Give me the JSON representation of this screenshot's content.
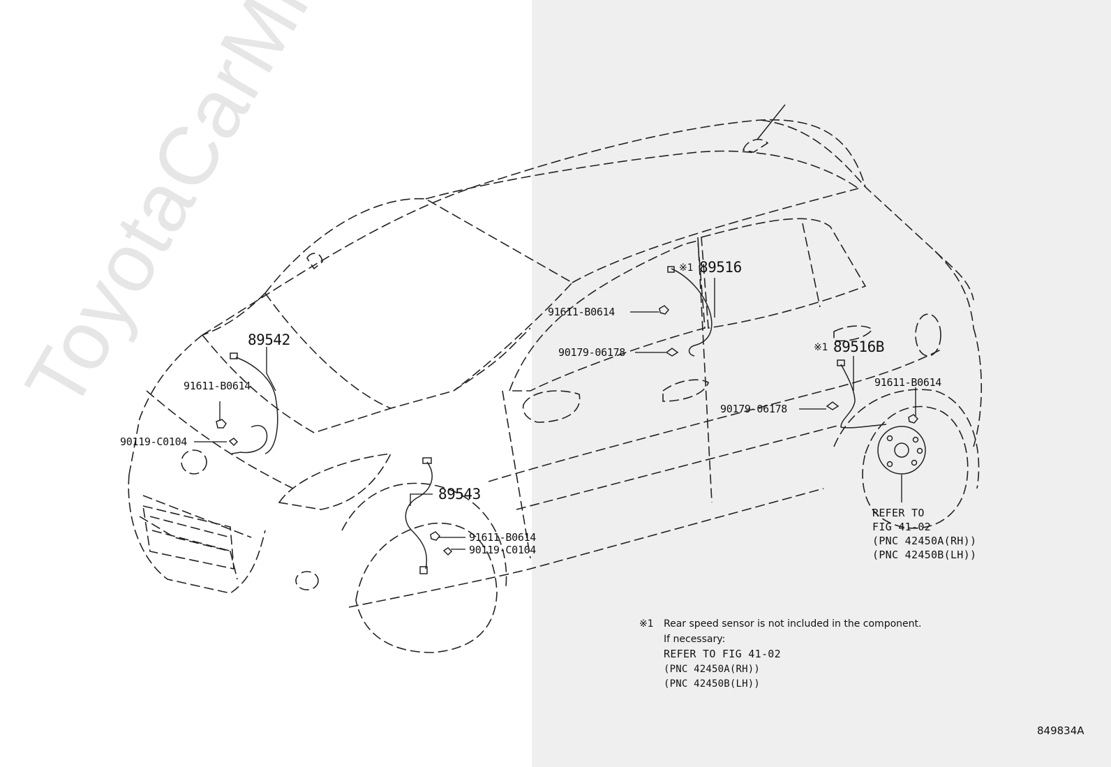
{
  "diagram_id": "849834A",
  "watermark": "ToyotaCarMine.ru",
  "callouts": {
    "p89542": "89542",
    "p89543": "89543",
    "p89516": "89516",
    "p89516B": "89516B",
    "bolt_fl": "91611-B0614",
    "screw_fl": "90119-C0104",
    "bolt_fr": "91611-B0614",
    "screw_fr": "90119-C0104",
    "bolt_rear_upper": "91611-B0614",
    "clamp_rear_upper": "90179-06178",
    "clamp_rear_lower": "90179-06178",
    "bolt_rear_lower": "91611-B0614"
  },
  "note_mark": "※1",
  "refer_block": {
    "line1": "REFER TO",
    "line2": "FIG 41-02",
    "line3": "(PNC 42450A(RH))",
    "line4": "(PNC 42450B(LH))"
  },
  "footnote": {
    "mark": "※1",
    "line1": "Rear speed sensor is not included in the component.",
    "line2": "If necessary:",
    "line3": "REFER TO FIG 41-02",
    "line4": "(PNC 42450A(RH))",
    "line5": "(PNC 42450B(LH))"
  }
}
